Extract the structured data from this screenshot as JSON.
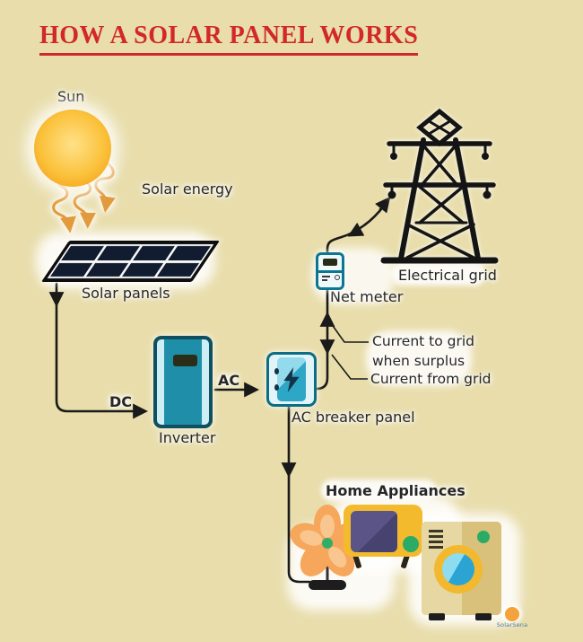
{
  "title": "HOW A SOLAR PANEL WORKS",
  "labels": {
    "sun": "Sun",
    "solar_energy": "Solar energy",
    "solar_panels": "Solar panels",
    "dc": "DC",
    "ac": "AC",
    "inverter": "Inverter",
    "ac_breaker_panel": "AC breaker panel",
    "net_meter": "Net meter",
    "electrical_grid": "Electrical grid",
    "current_to_grid": "Current to grid",
    "current_to_grid_2": "when surplus",
    "current_from_grid": "Current from grid",
    "home_appliances": "Home Appliances",
    "watermark": "SolarSena"
  },
  "colors": {
    "background": "#e8ddab",
    "title_red": "#d22828",
    "line": "#1a1a1a",
    "device_teal": "#1f8ea9",
    "device_border": "#0c5a70",
    "sun_orange": "#f3a017",
    "wave_orange": "#e29a3b",
    "panel_cell": "#121c30",
    "appliance_yellow": "#f3ba2e",
    "washer_tan": "#d9c17c",
    "knob_green": "#2bab66"
  }
}
